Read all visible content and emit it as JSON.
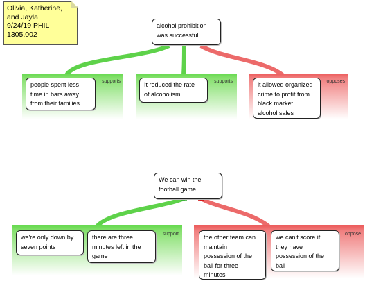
{
  "note": {
    "lines": [
      "Olivia, Katherine,",
      "and Jayla",
      "9/24/19 PHIL",
      "1305.002"
    ]
  },
  "map1": {
    "claim": [
      "alcohol prohibition",
      "was successful"
    ],
    "reasons": [
      {
        "type": "supports",
        "label": "supports",
        "lines": [
          "people spent less",
          "time in bars away",
          "from their families"
        ]
      },
      {
        "type": "supports",
        "label": "supports",
        "lines": [
          "It reduced the rate",
          "of alcoholism"
        ]
      },
      {
        "type": "opposes",
        "label": "opposes",
        "lines": [
          "it allowed organized",
          "crime to profit from",
          "black market",
          "alcohol sales"
        ]
      }
    ]
  },
  "map2": {
    "claim": [
      "We can win the",
      "football game"
    ],
    "reasons": [
      {
        "type": "support",
        "label": "support",
        "boxes": [
          {
            "lines": [
              "we're only down by",
              "seven points"
            ]
          },
          {
            "lines": [
              "there are three",
              "minutes left in the",
              "game"
            ]
          }
        ]
      },
      {
        "type": "oppose",
        "label": "oppose",
        "boxes": [
          {
            "lines": [
              "the other team can",
              "maintain",
              "possession of the",
              "ball for three",
              "minutes"
            ]
          },
          {
            "lines": [
              "we can't score if",
              "they have",
              "possession of the",
              "ball"
            ]
          }
        ]
      }
    ]
  },
  "colors": {
    "support": "#66d94f",
    "oppose": "#ec5b5b",
    "note": "#ffff99"
  }
}
